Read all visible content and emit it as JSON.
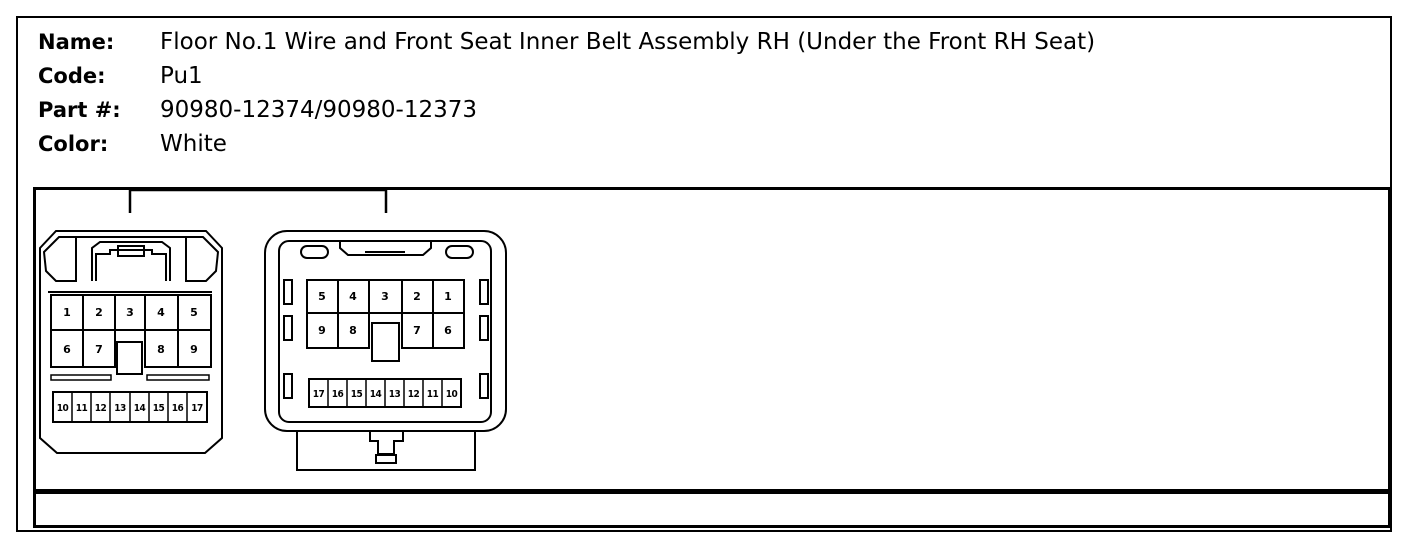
{
  "info": {
    "name_label": "Name:",
    "name_value": "Floor No.1 Wire and Front Seat Inner Belt Assembly RH (Under the Front RH Seat)",
    "code_label": "Code:",
    "code_value": "Pu1",
    "part_label": "Part #:",
    "part_value": "90980-12374/90980-12373",
    "color_label": "Color:",
    "color_value": "White"
  },
  "connector_left": {
    "row1": [
      "1",
      "2",
      "3",
      "4",
      "5"
    ],
    "row2": [
      "6",
      "7",
      "8",
      "9"
    ],
    "row3": [
      "10",
      "11",
      "12",
      "13",
      "14",
      "15",
      "16",
      "17"
    ]
  },
  "connector_right": {
    "row1": [
      "5",
      "4",
      "3",
      "2",
      "1"
    ],
    "row2": [
      "9",
      "8",
      "7",
      "6"
    ],
    "row3": [
      "17",
      "16",
      "15",
      "14",
      "13",
      "12",
      "11",
      "10"
    ]
  }
}
